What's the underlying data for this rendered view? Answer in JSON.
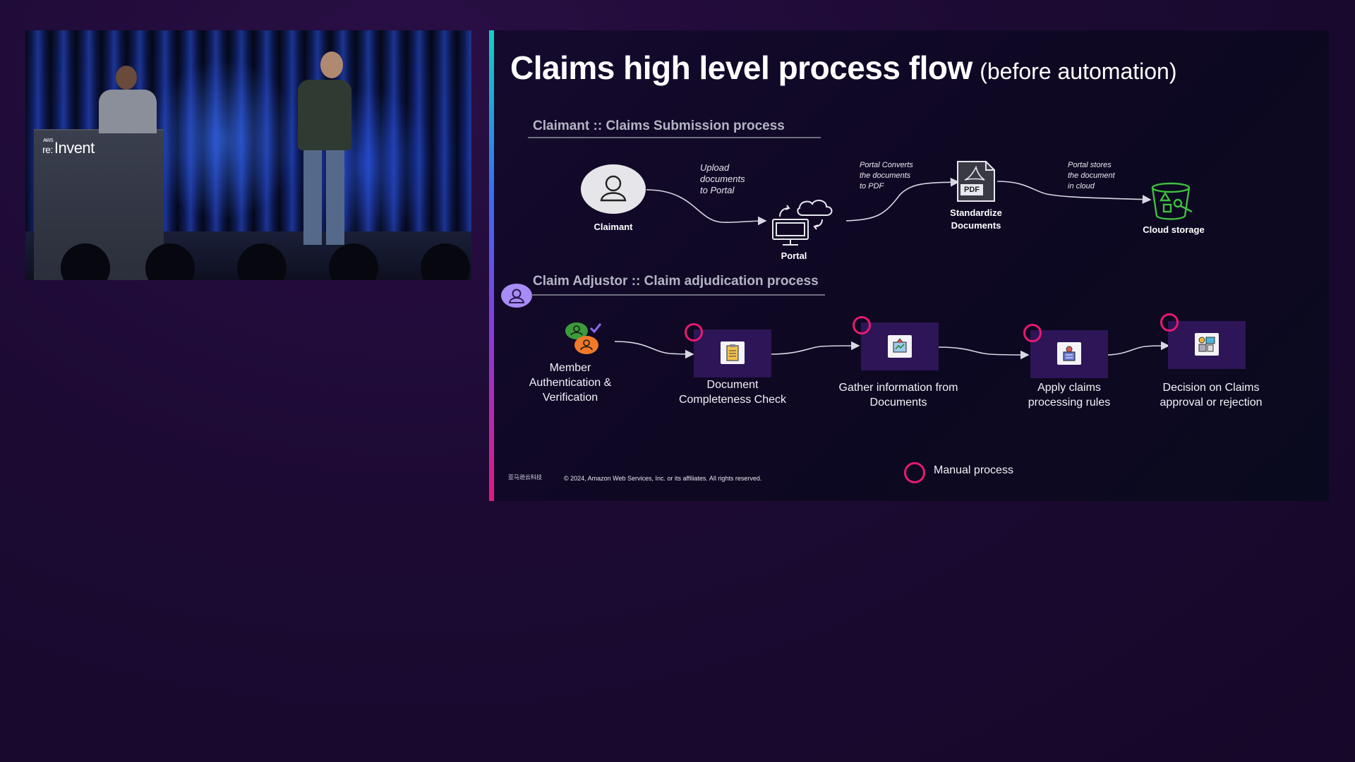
{
  "video": {
    "brand_small": "AWS",
    "brand_re": "re:",
    "brand_main": "Invent"
  },
  "slide": {
    "title_main": "Claims high level process flow",
    "title_sub": "(before automation)",
    "section1": {
      "label": "Claimant :: Claims Submission process",
      "nodes": {
        "claimant": "Claimant",
        "portal": "Portal",
        "standardize_line1": "Standardize",
        "standardize_line2": "Documents",
        "cloud": "Cloud storage"
      },
      "annotations": {
        "upload": [
          "Upload",
          "documents",
          "to Portal"
        ],
        "converts": [
          "Portal Converts",
          "the documents",
          "to PDF"
        ],
        "stores": [
          "Portal stores",
          "the document",
          "in cloud"
        ]
      },
      "pdf_badge": "PDF"
    },
    "section2": {
      "label": "Claim Adjustor :: Claim adjudication process",
      "steps": [
        {
          "line1": "Member",
          "line2": "Authentication &",
          "line3": "Verification",
          "manual": false
        },
        {
          "line1": "Document",
          "line2": "Completeness Check",
          "manual": true
        },
        {
          "line1": "Gather information from",
          "line2": "Documents",
          "manual": true
        },
        {
          "line1": "Apply claims",
          "line2": "processing rules",
          "manual": true
        },
        {
          "line1": "Decision on Claims",
          "line2": "approval or rejection",
          "manual": true
        }
      ]
    },
    "legend": {
      "label": "Manual process",
      "color": "#e8196f"
    },
    "footer": {
      "logo_text": "亚马逊云科技",
      "copyright": "© 2024, Amazon Web Services, Inc. or its affiliates. All rights reserved."
    },
    "colors": {
      "accent_gradient": [
        "#14d1c1",
        "#3a6cf2",
        "#8a3bd6",
        "#e0197f"
      ],
      "card": "#2d1557",
      "cloud_storage_green": "#3fbf3f",
      "avatar_purple": "#a78bf6"
    }
  }
}
